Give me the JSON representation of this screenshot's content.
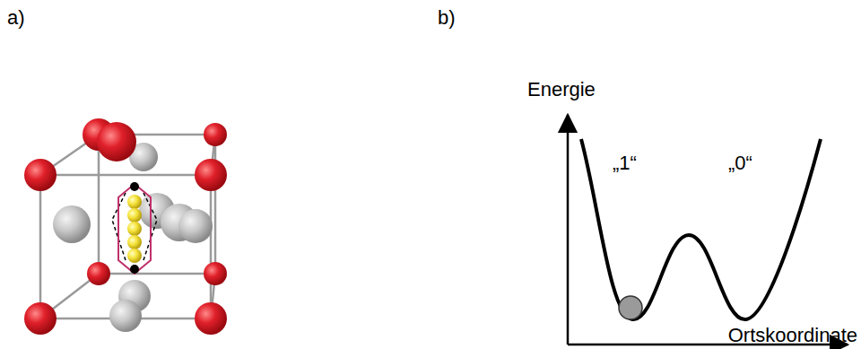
{
  "diagram": {
    "labels": [
      "a)",
      "b)",
      "Energie",
      "„1“",
      "„0“",
      "Ortskoordinate"
    ]
  }
}
